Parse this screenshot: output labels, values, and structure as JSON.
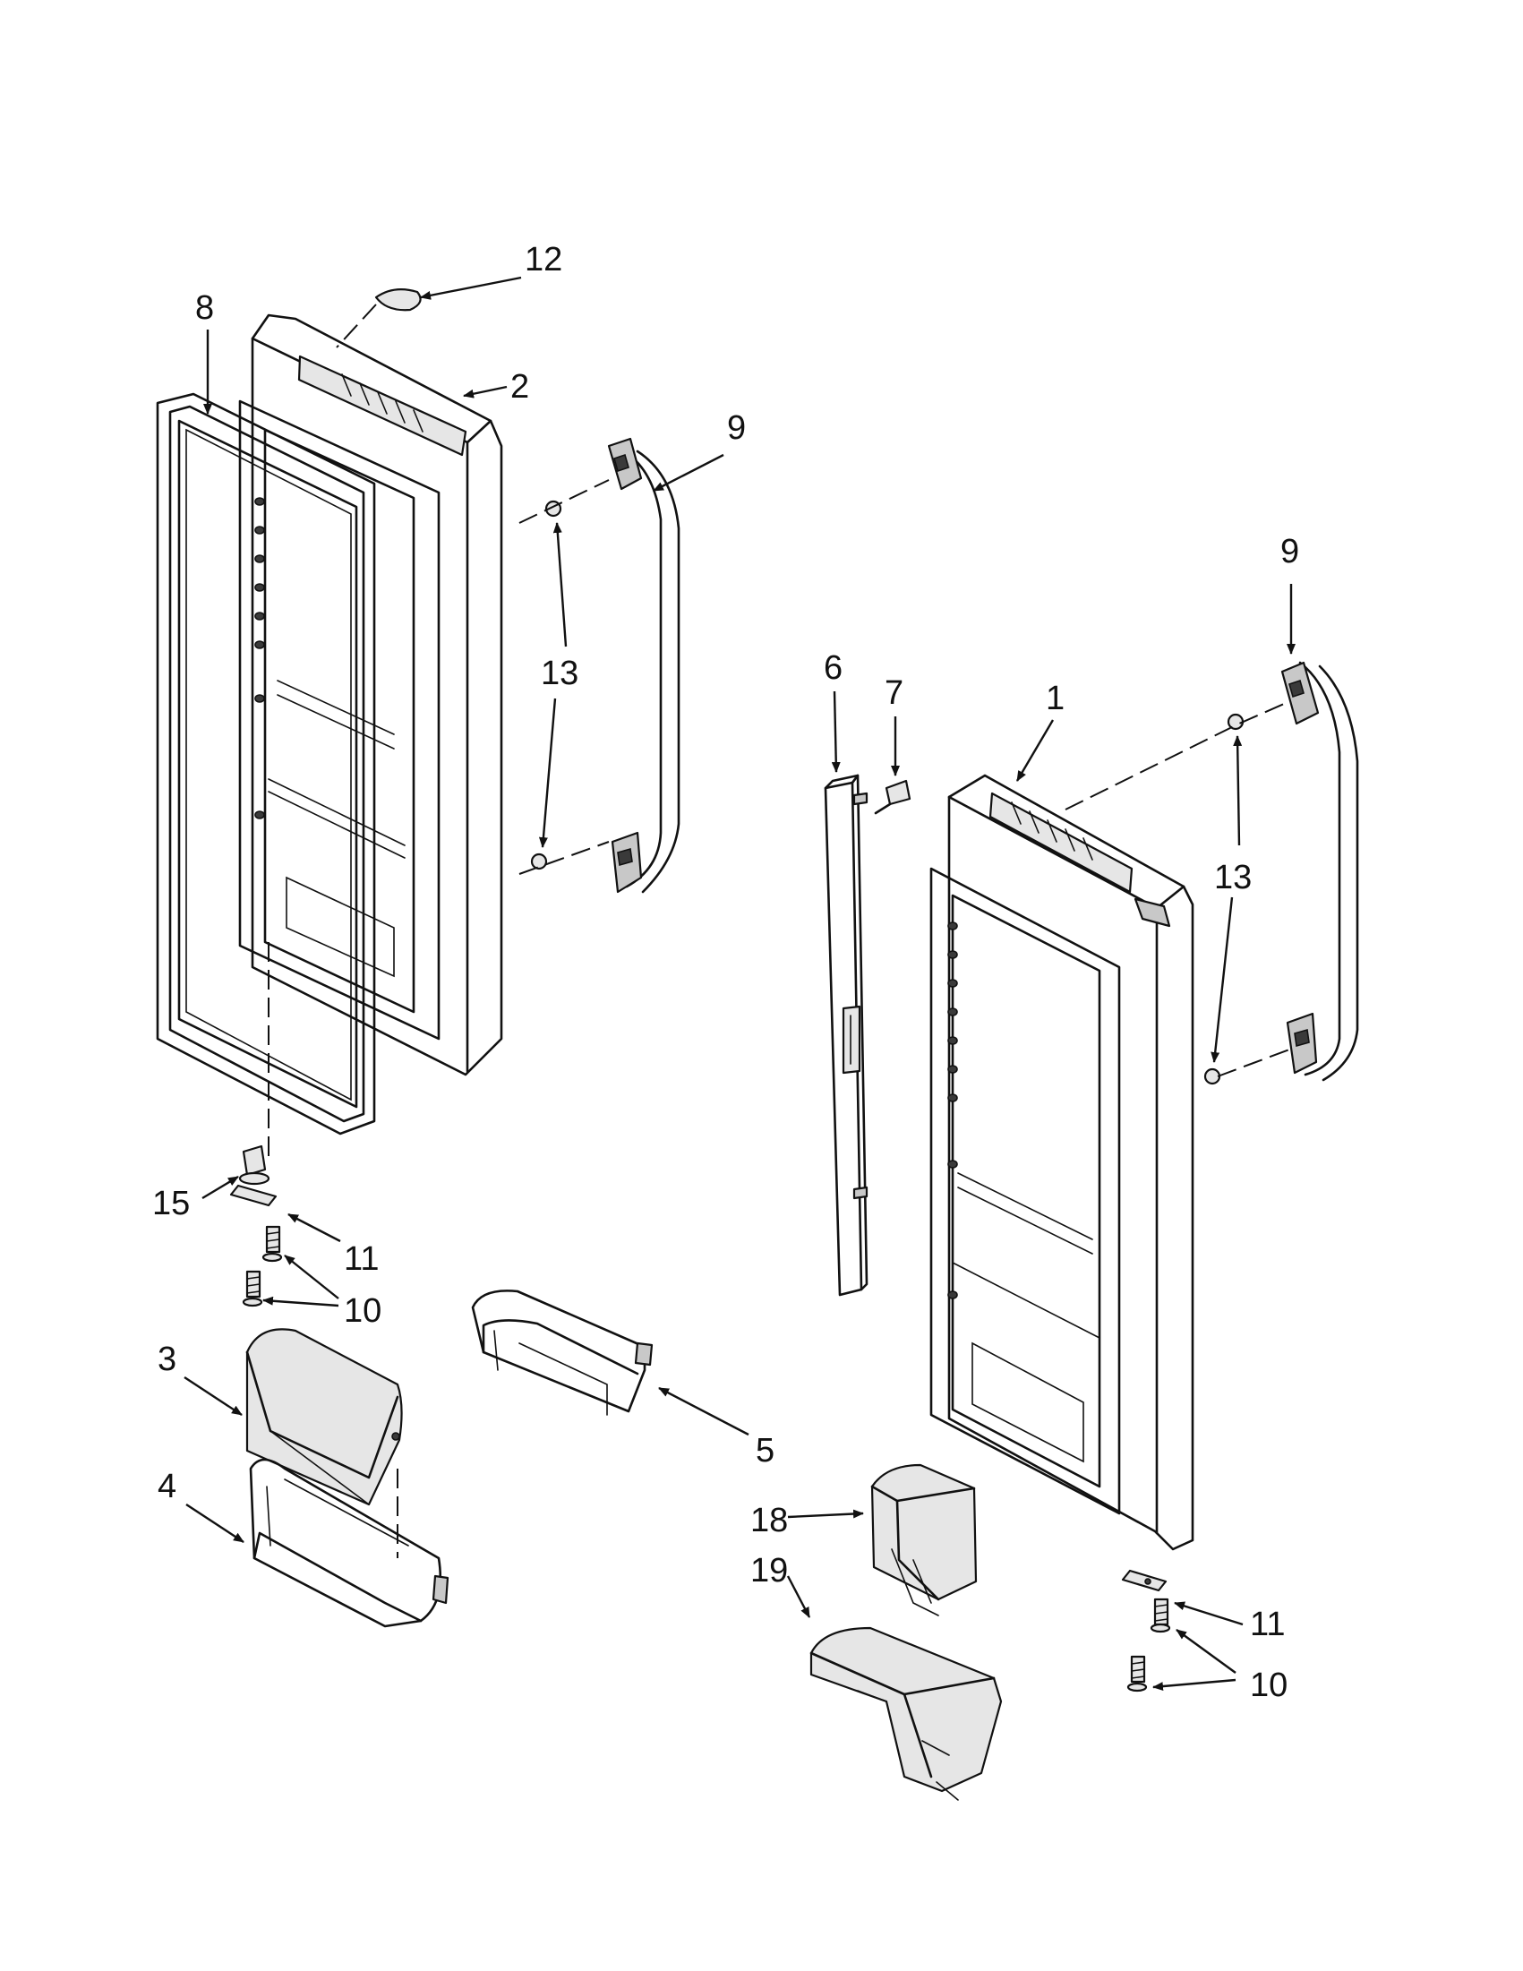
{
  "callouts": {
    "c1": "1",
    "c2": "2",
    "c3": "3",
    "c4": "4",
    "c5": "5",
    "c6": "6",
    "c7": "7",
    "c8": "8",
    "c9a": "9",
    "c9b": "9",
    "c10a": "10",
    "c10b": "10",
    "c11a": "11",
    "c11b": "11",
    "c12": "12",
    "c13a": "13",
    "c13b": "13",
    "c15": "15",
    "c18": "18",
    "c19": "19"
  }
}
